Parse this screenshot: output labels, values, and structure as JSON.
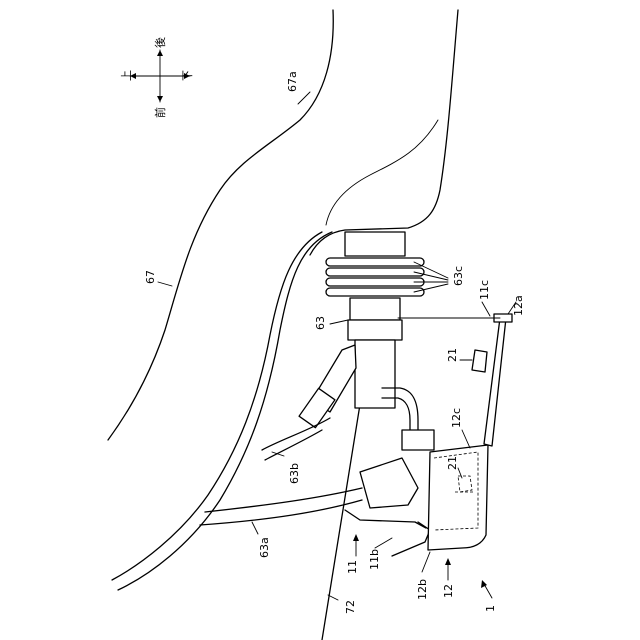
{
  "orientation": {
    "up": "上",
    "down": "下",
    "front": "前",
    "rear": "後"
  },
  "labels": {
    "r67a": "67a",
    "r67": "67",
    "r63c": "63c",
    "r11c": "11c",
    "r12a": "12a",
    "r63": "63",
    "r21_top": "21",
    "r12c": "12c",
    "r21_inner": "21",
    "r63b": "63b",
    "r63a": "63a",
    "r11b": "11b",
    "r11": "11",
    "r12b": "12b",
    "r12": "12",
    "r1": "1",
    "r72": "72"
  }
}
